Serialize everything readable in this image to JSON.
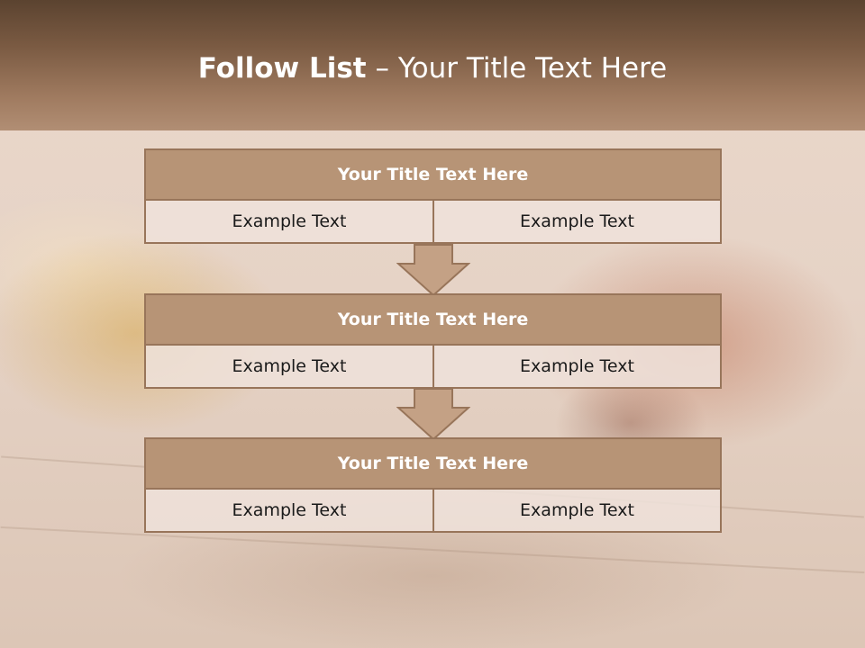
{
  "slide": {
    "title_bold": "Follow List",
    "title_rest": " – Your Title Text Here"
  },
  "flow": {
    "steps": [
      {
        "title": "Your Title Text Here",
        "left": "Example Text",
        "right": "Example Text"
      },
      {
        "title": "Your Title Text Here",
        "left": "Example Text",
        "right": "Example Text"
      },
      {
        "title": "Your Title Text Here",
        "left": "Example Text",
        "right": "Example Text"
      }
    ]
  },
  "colors": {
    "header_dark": "#5b4330",
    "header_light": "#b18e74",
    "box_title": "#b79476",
    "box_border": "#98755a",
    "arrow_fill": "#c4a185"
  }
}
